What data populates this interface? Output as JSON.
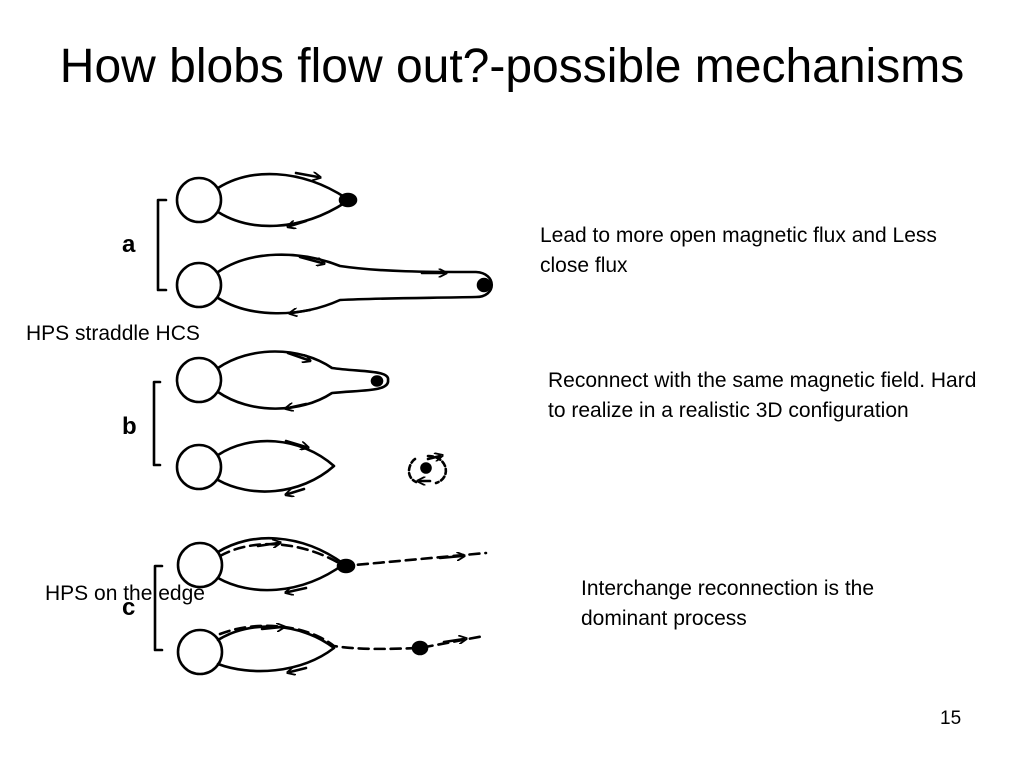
{
  "slide": {
    "title": "How blobs flow out?-possible mechanisms",
    "page_number": "15"
  },
  "figure": {
    "panel_labels": {
      "a": "a",
      "b": "b",
      "c": "c"
    }
  },
  "notes": {
    "panel_a": "Lead to more open magnetic flux and Less close flux",
    "hps_straddle": "HPS straddle HCS",
    "panel_b": "Reconnect with the same magnetic field. Hard to realize in a realistic 3D configuration",
    "panel_c": "Interchange reconnection is the dominant process",
    "hps_edge": "HPS on the edge"
  }
}
